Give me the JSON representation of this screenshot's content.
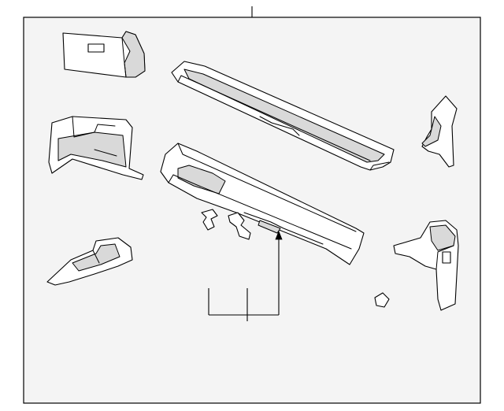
{
  "diagram": {
    "background": "#f4f4f4",
    "stroke": "#000000",
    "parts": [
      "upper-left-bracket",
      "top-crossmember",
      "right-upper-bracket",
      "left-side-member",
      "center-crossmember",
      "small-clip-a",
      "small-clip-b",
      "lower-left-floor-bracket",
      "right-lower-bracket",
      "small-nut-plate"
    ]
  }
}
